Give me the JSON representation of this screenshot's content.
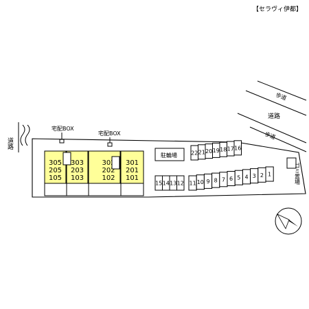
{
  "title": "【セラヴィ伊都】",
  "labels": {
    "road_left": "道路",
    "road_right": "道路",
    "sidewalk_upper": "歩道",
    "sidewalk_lower": "歩道",
    "delivery_box_1": "宅配BOX",
    "delivery_box_2": "宅配BOX",
    "bicycle_parking": "駐輪場",
    "garbage_area": "ゴミ置場"
  },
  "units": [
    [
      "305",
      "205",
      "105"
    ],
    [
      "303",
      "203",
      "103"
    ],
    [
      "302",
      "202",
      "102"
    ],
    [
      "301",
      "201",
      "101"
    ]
  ],
  "parking_upper": [
    "22",
    "21",
    "20",
    "19",
    "18",
    "17",
    "16"
  ],
  "parking_lower_left": [
    "15",
    "14",
    "13",
    "12"
  ],
  "parking_lower_right": [
    "11",
    "10",
    "9",
    "8",
    "7",
    "6",
    "5",
    "4",
    "3",
    "2",
    "1"
  ],
  "colors": {
    "building_fill": "#ffff99",
    "line": "#000000"
  },
  "icons": [
    "north-arrow-icon"
  ]
}
